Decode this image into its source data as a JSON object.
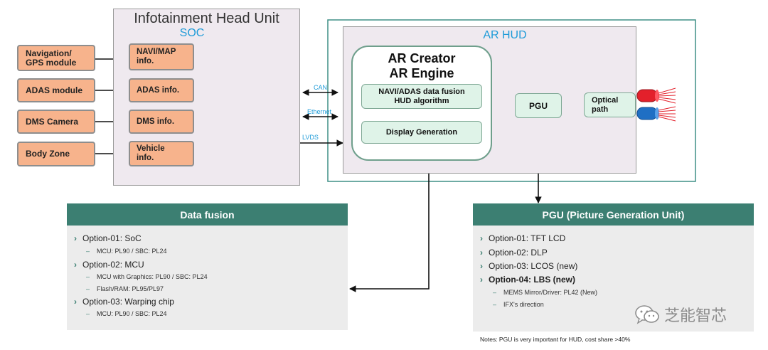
{
  "head_unit": {
    "title": "Infotainment Head Unit",
    "subtitle": "SOC",
    "sources": [
      "Navigation/\nGPS module",
      "ADAS module",
      "DMS Camera",
      "Body Zone"
    ],
    "soc_items": [
      "NAVI/MAP\ninfo.",
      "ADAS info.",
      "DMS info.",
      "Vehicle\ninfo."
    ]
  },
  "buses": {
    "can": "CAN",
    "ethernet": "Ethernet",
    "lvds": "LVDS"
  },
  "ar_hud": {
    "title": "AR HUD",
    "creator_line1": "AR Creator",
    "creator_line2": "AR Engine",
    "fusion_box": "NAVI/ADAS data fusion\nHUD algorithm",
    "display_box": "Display Generation",
    "pgu_box": "PGU",
    "optical_box": "Optical\npath"
  },
  "data_fusion_panel": {
    "header": "Data fusion",
    "options": [
      {
        "label": "Option-01: SoC",
        "subs": [
          "MCU: PL90 / SBC: PL24"
        ]
      },
      {
        "label": "Option-02: MCU",
        "subs": [
          "MCU with Graphics: PL90 / SBC: PL24",
          "Flash/RAM: PL95/PL97"
        ]
      },
      {
        "label": "Option-03: Warping chip",
        "subs": [
          "MCU: PL90 / SBC: PL24"
        ]
      }
    ]
  },
  "pgu_panel": {
    "header": "PGU (Picture Generation Unit)",
    "options": [
      {
        "label": "Option-01: TFT LCD"
      },
      {
        "label": "Option-02: DLP"
      },
      {
        "label": "Option-03: LCOS (new)"
      },
      {
        "label": "Option-04: LBS (new)",
        "subs": [
          "MEMS Mirror/Driver: PL42 (New)",
          "IFX's direction"
        ]
      }
    ]
  },
  "watermark": "芝能智芯",
  "notes": "Notes: PGU is very important for HUD, cost share >40%",
  "colors": {
    "source_fill": "#f7b38c",
    "green_fill": "#dff3e8",
    "header_teal": "#3c7f72",
    "bus_blue": "#1e9bd8",
    "frame_teal": "#3e8f86"
  }
}
